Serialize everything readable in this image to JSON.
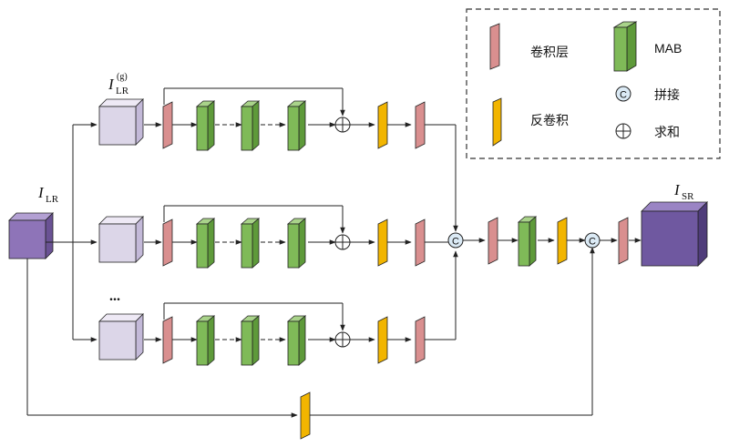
{
  "legend": {
    "conv": "卷积层",
    "mab": "MAB",
    "deconv": "反卷积",
    "concat_symbol": "C",
    "concat": "拼接",
    "sum": "求和"
  },
  "labels": {
    "input_main": "I",
    "input_sub": "LR",
    "branch_main": "I",
    "branch_sub": "LR",
    "branch_sup": "(g)",
    "output_main": "I",
    "output_sub": "SR",
    "ellipsis": "...",
    "concat_symbol": "C"
  },
  "colors": {
    "conv": "#d98f8f",
    "mab": "#7fba58",
    "deconv": "#f2b500",
    "input_cube": "#8e74b8",
    "branch_cube": "#dcd6e8",
    "output_cube": "#6f58a0",
    "concat_circle": "#dbeaf5"
  }
}
